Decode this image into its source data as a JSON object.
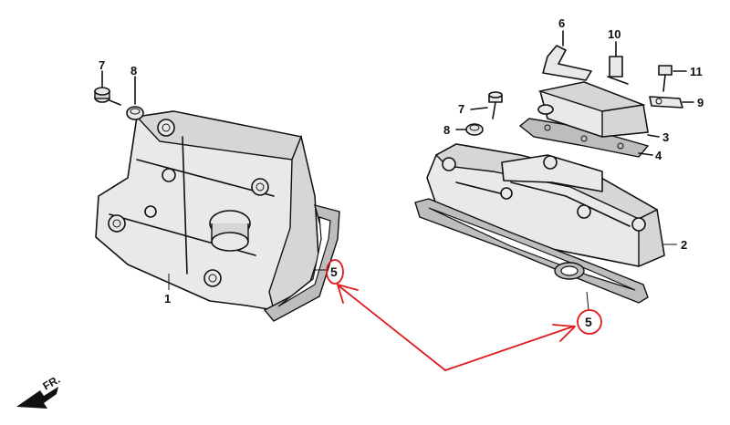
{
  "callouts": {
    "p1": "1",
    "p2": "2",
    "p3": "3",
    "p4": "4",
    "p5_left": "5",
    "p5_right": "5",
    "p6": "6",
    "p7_left": "7",
    "p7_right": "7",
    "p8_left": "8",
    "p8_right": "8",
    "p9": "9",
    "p10": "10",
    "p11": "11"
  },
  "front_indicator": "FR.",
  "colors": {
    "ink": "#111111",
    "highlight": "#e01a1a"
  }
}
